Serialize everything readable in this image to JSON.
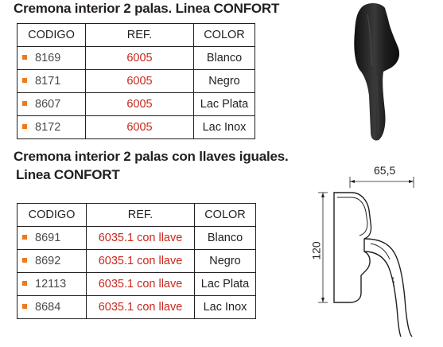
{
  "section1": {
    "title": "Cremona interior 2 palas. Linea CONFORT",
    "headers": {
      "code": "CODIGO",
      "ref": "REF.",
      "color": "COLOR"
    },
    "rows": [
      {
        "code": "8169",
        "ref": "6005",
        "color": "Blanco"
      },
      {
        "code": "8171",
        "ref": "6005",
        "color": "Negro"
      },
      {
        "code": "8607",
        "ref": "6005",
        "color": "Lac Plata"
      },
      {
        "code": "8172",
        "ref": "6005",
        "color": "Lac Inox"
      }
    ]
  },
  "section2": {
    "title_line1": "Cremona interior 2 palas con llaves iguales.",
    "title_line2": "Linea CONFORT",
    "headers": {
      "code": "CODIGO",
      "ref": "REF.",
      "color": "COLOR"
    },
    "rows": [
      {
        "code": "8691",
        "ref": "6035.1 con llave",
        "color": "Blanco"
      },
      {
        "code": "8692",
        "ref": "6035.1 con llave",
        "color": "Negro"
      },
      {
        "code": "12113",
        "ref": "6035.1 con llave",
        "color": "Lac Plata"
      },
      {
        "code": "8684",
        "ref": "6035.1 con llave",
        "color": "Lac Inox"
      }
    ]
  },
  "drawing": {
    "width_label": "65,5",
    "height_label": "120"
  },
  "colors": {
    "bullet": "#ec7a1c",
    "ref_text": "#c8281c",
    "handle": "#2a2a2a"
  }
}
